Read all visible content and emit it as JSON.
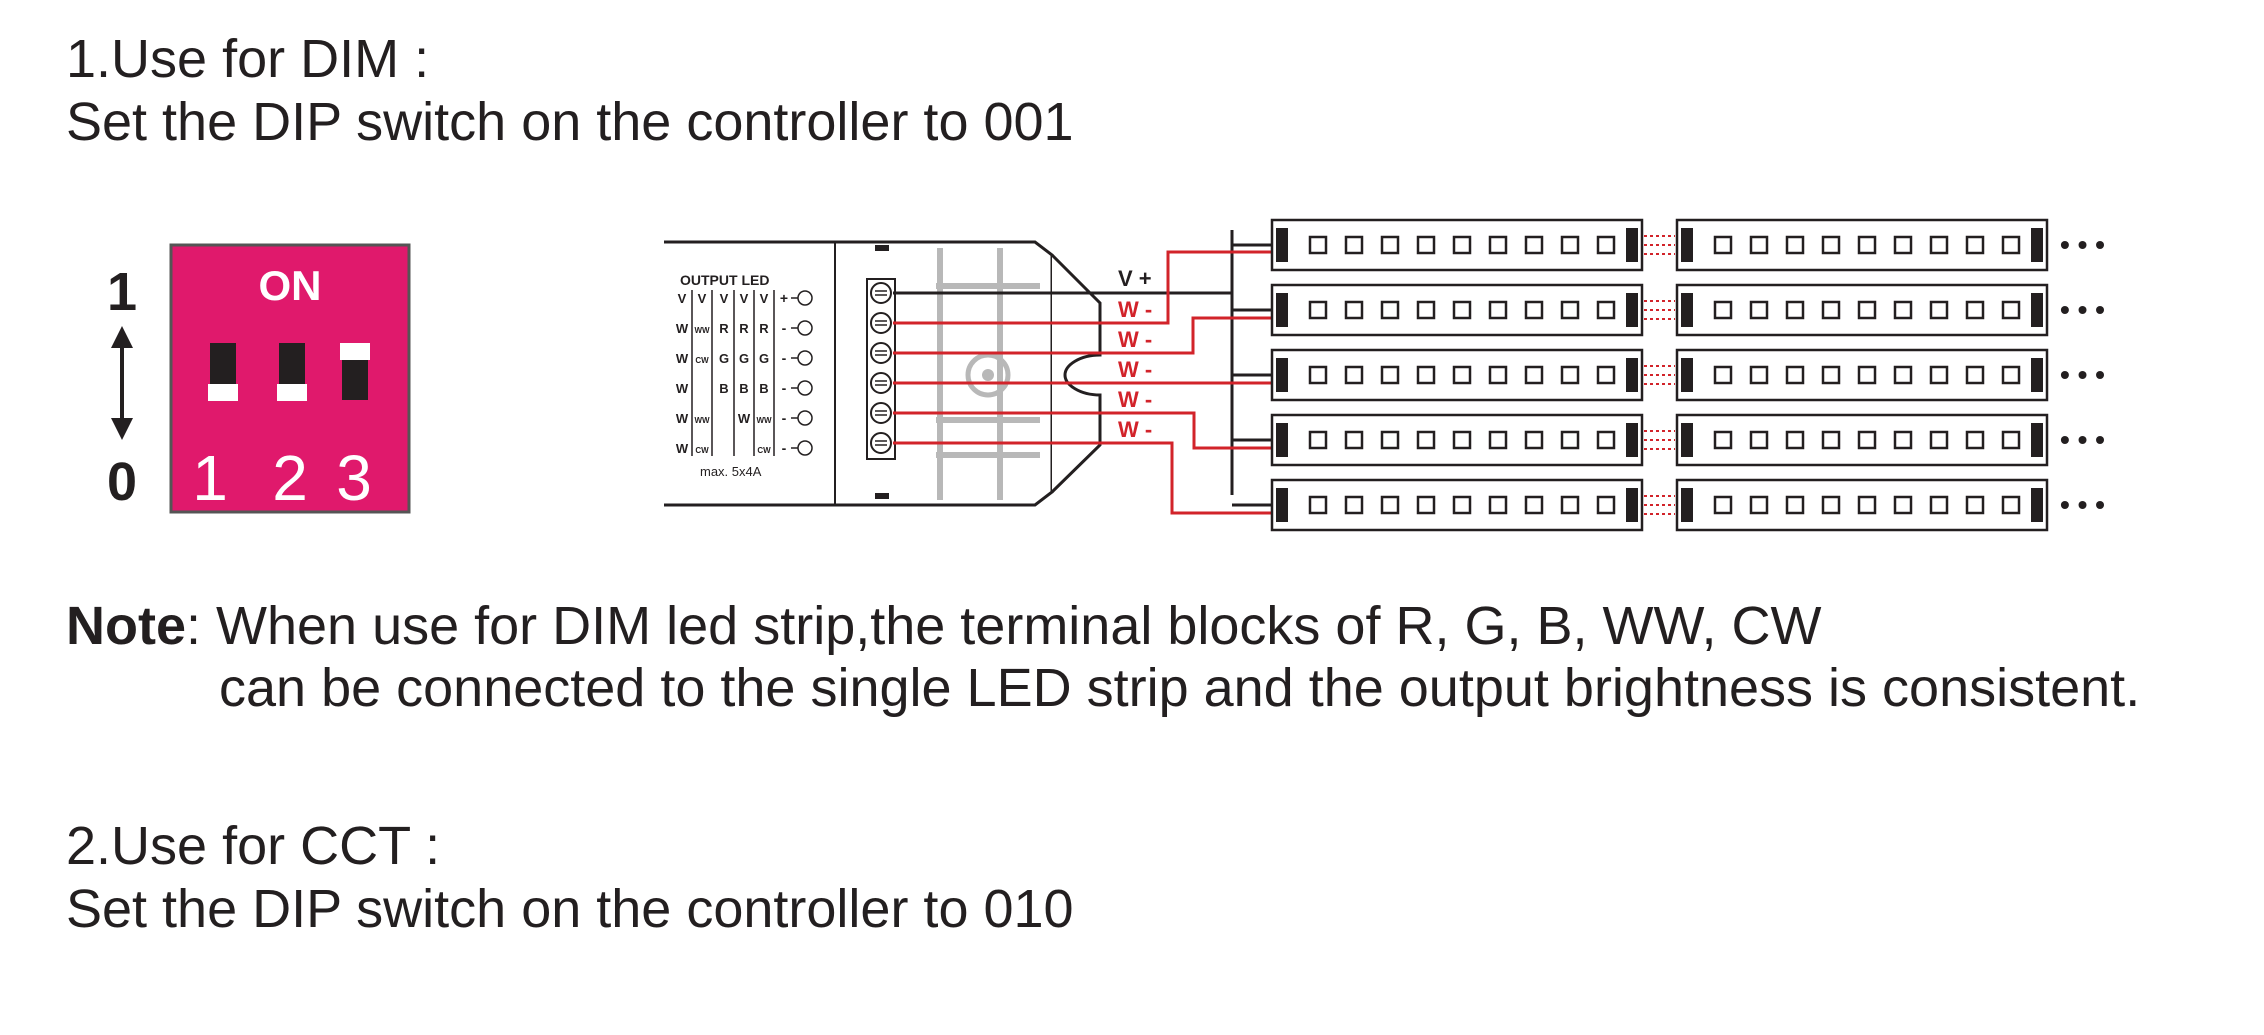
{
  "section1": {
    "title": "1.Use for DIM :",
    "instruction": "Set the DIP switch on the controller to 001"
  },
  "dip_switch": {
    "on_label": "ON",
    "axis_high": "1",
    "axis_low": "0",
    "switch_numbers": [
      "1",
      "2",
      "3"
    ],
    "switch_states": [
      0,
      0,
      1
    ],
    "color": "#e0196c"
  },
  "controller": {
    "title": "OUTPUT LED",
    "columns": [
      [
        "V",
        "W",
        "W",
        "W",
        "W",
        "W"
      ],
      [
        "V",
        "WW",
        "CW",
        "",
        "WW",
        "CW"
      ],
      [
        "V",
        "R",
        "G",
        "B",
        "",
        ""
      ],
      [
        "V",
        "R",
        "G",
        "B",
        "W",
        ""
      ],
      [
        "V",
        "R",
        "G",
        "B",
        "WW",
        "CW"
      ]
    ],
    "polarity": [
      "+",
      "-",
      "-",
      "-",
      "-",
      "-"
    ],
    "max_rating": "max. 5x4A"
  },
  "wires": {
    "labels": [
      "V +",
      "W -",
      "W -",
      "W -",
      "W -",
      "W -"
    ],
    "positive_color": "#231f20",
    "negative_color": "#d2232a"
  },
  "led_strips": {
    "rows": 5,
    "segments_per_row": 2,
    "leds_per_segment": 9,
    "continuation": "• • •"
  },
  "note": {
    "label": "Note",
    "line1": ": When use for DIM led strip,the terminal blocks of R, G, B, WW, CW",
    "line2": "can be connected to the single LED strip and the output brightness is consistent."
  },
  "section2": {
    "title": "2.Use for CCT :",
    "instruction": "Set the DIP switch on the controller to 010"
  }
}
